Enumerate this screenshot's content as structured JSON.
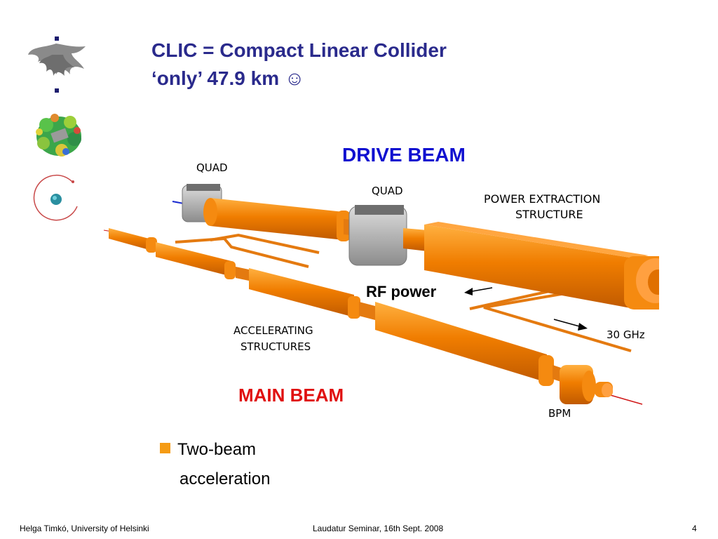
{
  "slide": {
    "title_line1": "CLIC = Compact Linear Collider",
    "title_line2": "‘only’ 47.9 km",
    "title_emoji": "☺"
  },
  "diagram": {
    "drive_beam": "DRIVE BEAM",
    "main_beam": "MAIN BEAM",
    "quad_left": "QUAD",
    "quad_right": "QUAD",
    "power_extraction_l1": "POWER EXTRACTION",
    "power_extraction_l2": "STRUCTURE",
    "rf_power": "RF power",
    "accelerating_l1": "ACCELERATING",
    "accelerating_l2": "STRUCTURES",
    "freq": "30 GHz",
    "bpm": "BPM",
    "colors": {
      "drive_beam_text": "#1010d0",
      "main_beam_text": "#e01010",
      "structure": "#f07d00",
      "quad": "#a9a9a9"
    }
  },
  "bullets": [
    {
      "line1": "Two-beam",
      "line2": "acceleration"
    }
  ],
  "footer": {
    "author": "Helga Timkó, University of Helsinki",
    "event": "Laudatur Seminar, 16th Sept. 2008",
    "page": "4"
  },
  "icons": [
    "university-flame-logo-icon",
    "molecule-surface-icon",
    "atom-orbit-icon",
    "bullet-square-icon"
  ]
}
